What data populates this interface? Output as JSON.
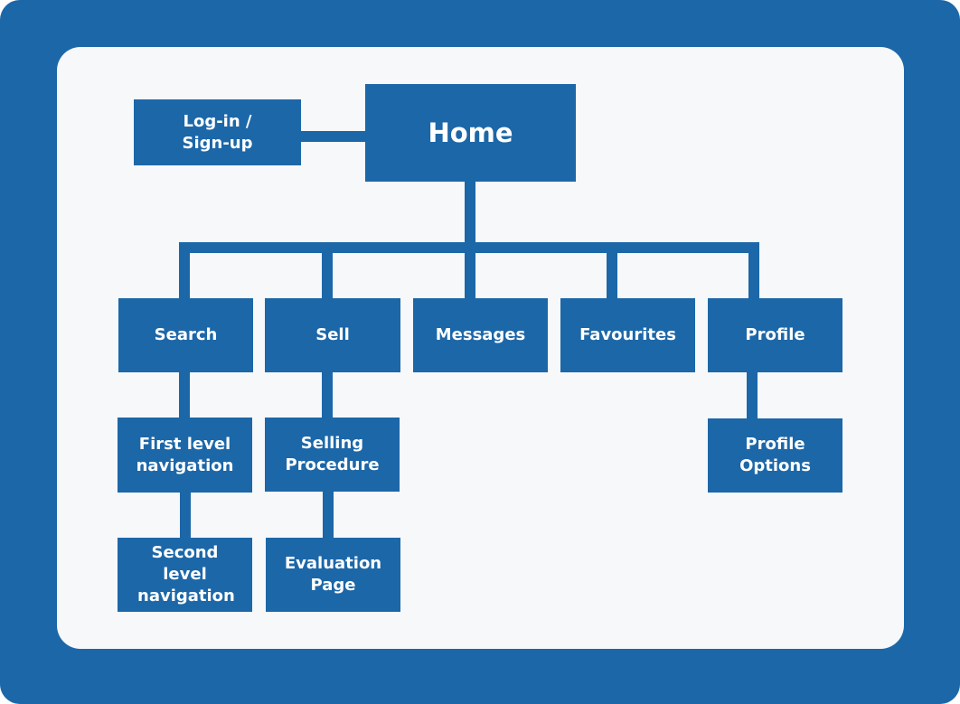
{
  "diagram": {
    "colors": {
      "frame": "#1c67a8",
      "panel": "#f6f8fa",
      "node": "#1c67a8",
      "node_text": "#ffffff"
    },
    "nodes": {
      "home": "Home",
      "login": "Log-in / Sign-up",
      "search": "Search",
      "sell": "Sell",
      "messages": "Messages",
      "favourites": "Favourites",
      "profile": "Profile",
      "first_level": "First level navigation",
      "selling_procedure": "Selling Procedure",
      "profile_options": "Profile Options",
      "second_level": "Second level navigation",
      "evaluation": "Evaluation Page"
    },
    "edges": [
      [
        "login",
        "home"
      ],
      [
        "home",
        "search"
      ],
      [
        "home",
        "sell"
      ],
      [
        "home",
        "messages"
      ],
      [
        "home",
        "favourites"
      ],
      [
        "home",
        "profile"
      ],
      [
        "search",
        "first_level"
      ],
      [
        "first_level",
        "second_level"
      ],
      [
        "sell",
        "selling_procedure"
      ],
      [
        "selling_procedure",
        "evaluation"
      ],
      [
        "profile",
        "profile_options"
      ]
    ]
  }
}
